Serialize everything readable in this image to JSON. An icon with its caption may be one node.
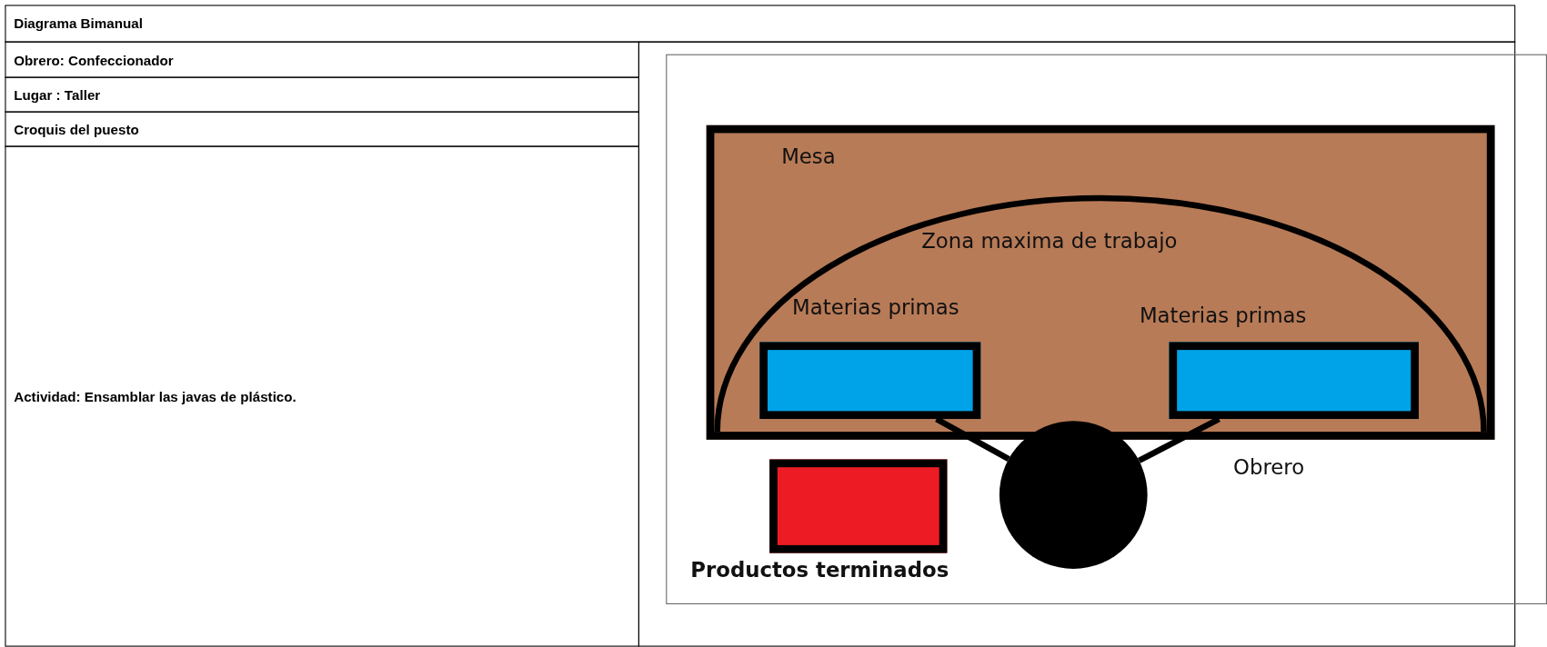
{
  "diagram": {
    "nodes": [
      {
        "text": [
          "Mesa"
        ]
      },
      {
        "text": [
          "Zona maxima de trabajo"
        ],
        "in": 0
      },
      {
        "text": [
          "Materias primas"
        ],
        "in": 1
      },
      {
        "text": [
          "Materias primas"
        ],
        "in": 1
      },
      {
        "text": [
          "Productos terminados"
        ]
      },
      {
        "text": [],
        "shape": "circle"
      }
    ],
    "edges": [
      {
        "from": 2,
        "to": 5,
        "arrow": "none"
      },
      {
        "from": 3,
        "to": 5,
        "arrow": "none"
      }
    ],
    "labels": [
      "Diagrama Bimanual",
      "Obrero: Confeccionador",
      "Lugar : Taller",
      "Croquis del puesto",
      "Actividad: Ensamblar las javas de plástico.",
      "Obrero"
    ]
  }
}
